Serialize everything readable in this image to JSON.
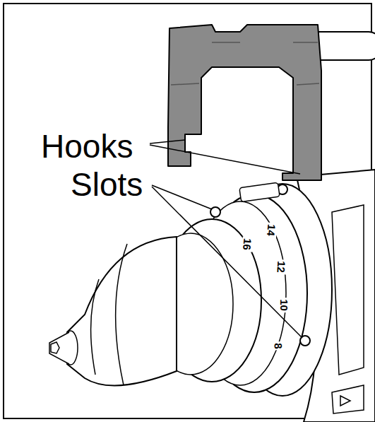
{
  "diagram": {
    "labels": [
      "Hooks",
      "Slots",
      "16",
      "14",
      "12",
      "10",
      "8"
    ]
  }
}
